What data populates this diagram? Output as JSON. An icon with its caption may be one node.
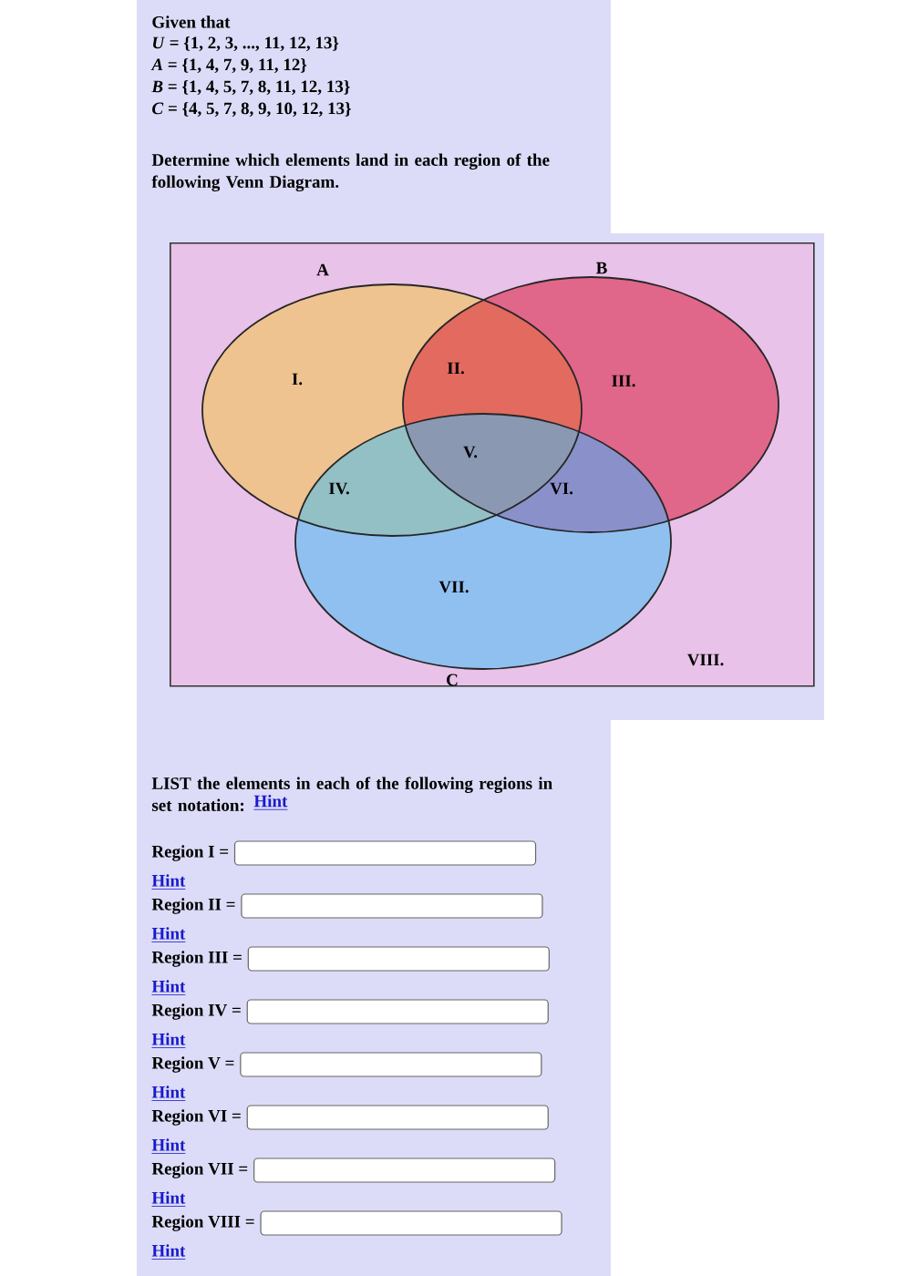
{
  "diagram": {
    "nodes": [
      {
        "text": [
          "VIII."
        ]
      },
      {
        "text": [
          "A",
          "I."
        ],
        "in": 0
      },
      {
        "text": [
          "B",
          "III."
        ],
        "in": 0
      },
      {
        "text": [
          "VII.",
          "C"
        ],
        "in": 0
      }
    ],
    "labels": [
      "Given that",
      "*U* = {1, 2, 3, ..., 11, 12, 13}",
      "*A* = {1, 4, 7, 9, 11, 12}",
      "*B* = {1, 4, 5, 7, 8, 11, 12, 13}",
      "*C* = {4, 5, 7, 8, 9, 10, 12, 13}",
      "Determine which elements land in each region of the following Venn Diagram.",
      "II.",
      "IV.",
      "V.",
      "VI.",
      "LIST the elements in each of the following regions in set notation:",
      "Hint",
      "Region I =",
      "Hint",
      "Region II =",
      "Hint",
      "Region III =",
      "Hint",
      "Region IV =",
      "Hint",
      "Region V =",
      "Hint",
      "Region VI =",
      "Hint",
      "Region VII =",
      "Hint",
      "Region VIII =",
      "Hint"
    ]
  }
}
